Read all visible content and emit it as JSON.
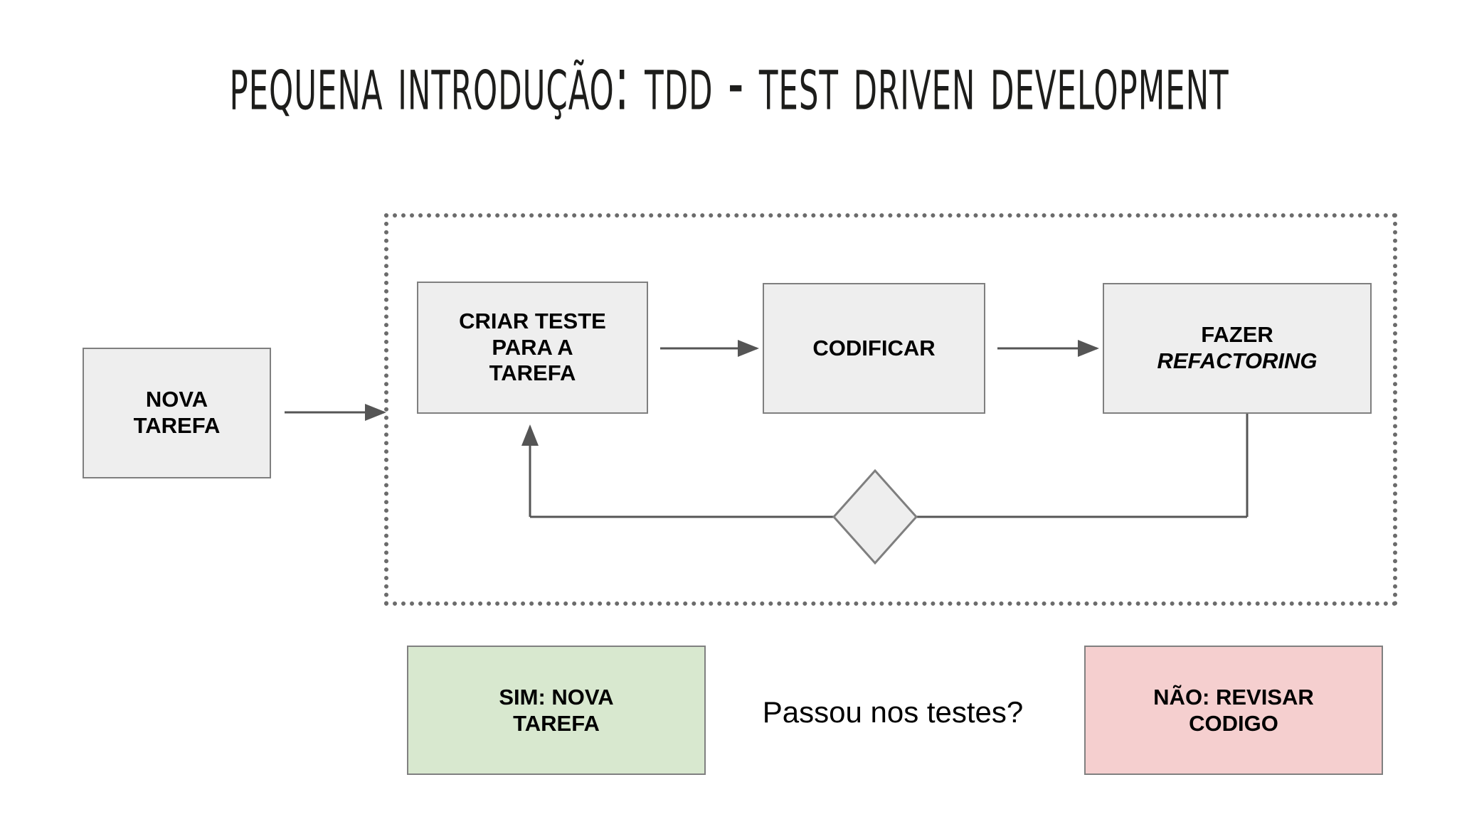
{
  "slide": {
    "title": "Pequena introdução: TDD - test driven development",
    "background_color": "#ffffff"
  },
  "diagram": {
    "type": "flowchart",
    "region_label": "tdd-cycle-dotted-region",
    "nodes": [
      {
        "id": "nova-tarefa",
        "shape": "rect",
        "line1": "NOVA",
        "line2": "TAREFA",
        "fill": "#eeeeee",
        "border": "#7f7f7f"
      },
      {
        "id": "criar-teste",
        "shape": "rect",
        "line1": "CRIAR TESTE",
        "line2": "PARA A",
        "line3": "TAREFA",
        "fill": "#eeeeee",
        "border": "#7f7f7f"
      },
      {
        "id": "codificar",
        "shape": "rect",
        "line1": "CODIFICAR",
        "fill": "#eeeeee",
        "border": "#7f7f7f"
      },
      {
        "id": "refactoring",
        "shape": "rect",
        "line1": "FAZER",
        "line2": "REFACTORING",
        "line2_style": "italic",
        "fill": "#eeeeee",
        "border": "#7f7f7f"
      },
      {
        "id": "decision",
        "shape": "diamond",
        "label": "",
        "fill": "#eeeeee",
        "border": "#7f7f7f"
      }
    ],
    "edges": [
      {
        "from": "nova-tarefa",
        "to": "criar-teste",
        "style": "arrow"
      },
      {
        "from": "criar-teste",
        "to": "codificar",
        "style": "arrow"
      },
      {
        "from": "codificar",
        "to": "refactoring",
        "style": "arrow"
      },
      {
        "from": "refactoring",
        "to": "decision",
        "style": "line"
      },
      {
        "from": "decision",
        "to": "criar-teste",
        "style": "arrow"
      }
    ]
  },
  "legend": {
    "question": "Passou nos testes?",
    "yes": {
      "line1": "SIM: NOVA",
      "line2": "TAREFA",
      "color": "#d8e8cf"
    },
    "no": {
      "line1": "NÃO: REVISAR",
      "line2": "CODIGO",
      "color": "#f5cfcf"
    }
  }
}
